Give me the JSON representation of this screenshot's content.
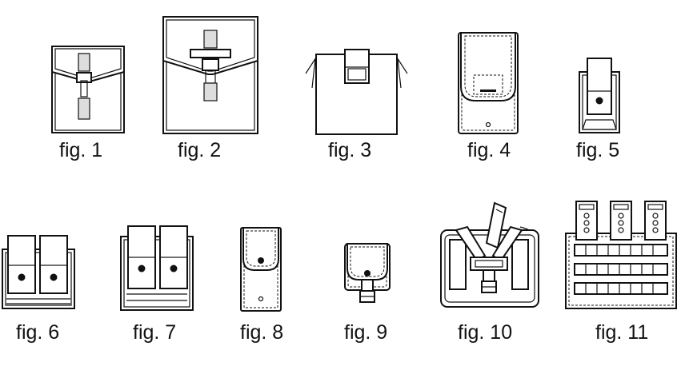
{
  "figures": [
    {
      "id": 1,
      "caption": "fig. 1",
      "icon": "pouch-flap-buckle-icon"
    },
    {
      "id": 2,
      "caption": "fig. 2",
      "icon": "large-pouch-flap-buckle-icon"
    },
    {
      "id": 3,
      "caption": "fig. 3",
      "icon": "open-tray-pouch-icon"
    },
    {
      "id": 4,
      "caption": "fig. 4",
      "icon": "tall-radio-pouch-icon"
    },
    {
      "id": 5,
      "caption": "fig. 5",
      "icon": "single-mag-pouch-icon"
    },
    {
      "id": 6,
      "caption": "fig. 6",
      "icon": "double-mag-pouch-icon"
    },
    {
      "id": 7,
      "caption": "fig. 7",
      "icon": "double-mag-pouch-tall-icon"
    },
    {
      "id": 8,
      "caption": "fig. 8",
      "icon": "utility-pouch-icon"
    },
    {
      "id": 9,
      "caption": "fig. 9",
      "icon": "small-pouch-buckle-icon"
    },
    {
      "id": 10,
      "caption": "fig. 10",
      "icon": "bottle-holster-icon"
    },
    {
      "id": 11,
      "caption": "fig. 11",
      "icon": "molle-triple-mag-panel-icon"
    }
  ]
}
